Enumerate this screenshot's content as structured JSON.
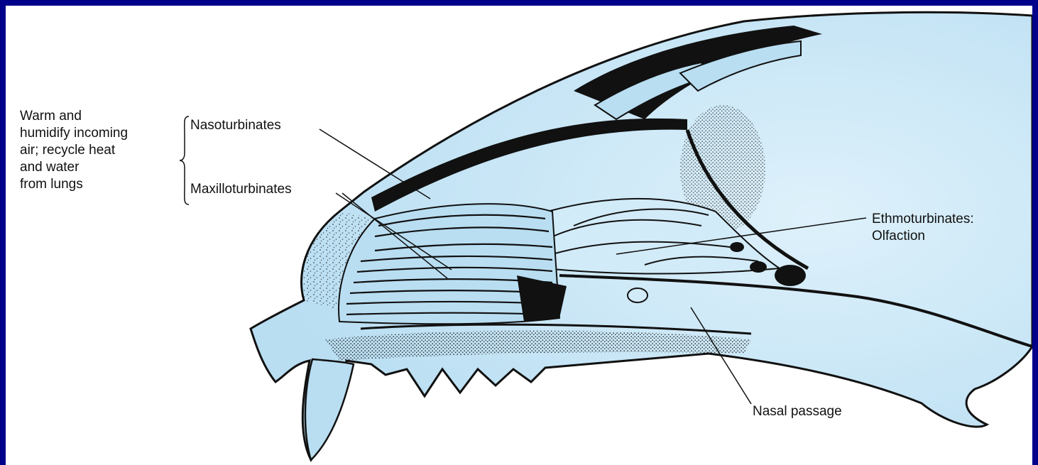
{
  "labels": {
    "function_note": "Warm and\nhumidify incoming\nair; recycle heat\nand water\nfrom lungs",
    "nasoturbinates": "Nasoturbinates",
    "maxilloturbinates": "Maxilloturbinates",
    "ethmoturbinates": "Ethmoturbinates:\nOlfaction",
    "nasal_passage": "Nasal passage"
  },
  "colors": {
    "page_border": "#00008b",
    "background": "#ffffff",
    "bone_fill": "#b9def2",
    "bone_highlight": "#def1fb",
    "ink": "#111111"
  }
}
